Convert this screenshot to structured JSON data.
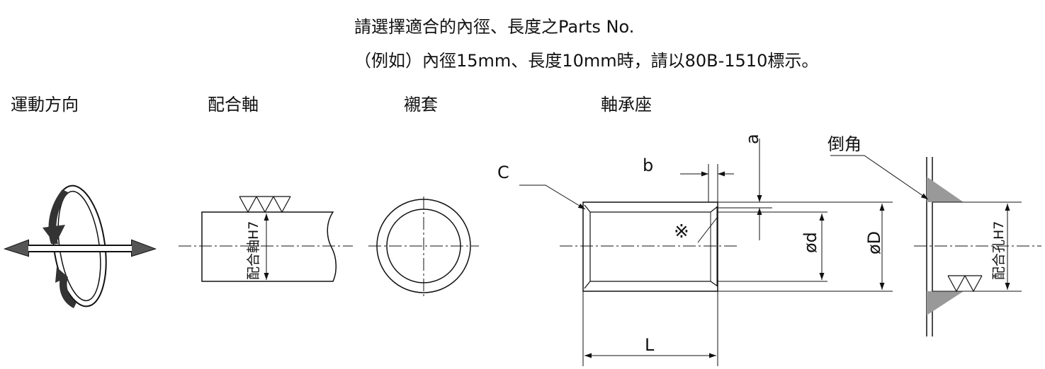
{
  "instructions": {
    "line1": "請選擇適合的內徑、長度之Parts No.",
    "line2": "（例如）內徑15mm、長度10mm時，請以80B-1510標示。"
  },
  "headings": {
    "motion": "運動方向",
    "shaft": "配合軸",
    "bushing": "襯套",
    "housing": "軸承座"
  },
  "labels": {
    "shaft_tolerance": "配合軸H7",
    "hole_tolerance": "配合孔H7",
    "chamfer_callout": "倒角",
    "C": "C",
    "b": "b",
    "a": "a",
    "d": "ød",
    "D": "øD",
    "L": "L",
    "note_mark": "※"
  }
}
